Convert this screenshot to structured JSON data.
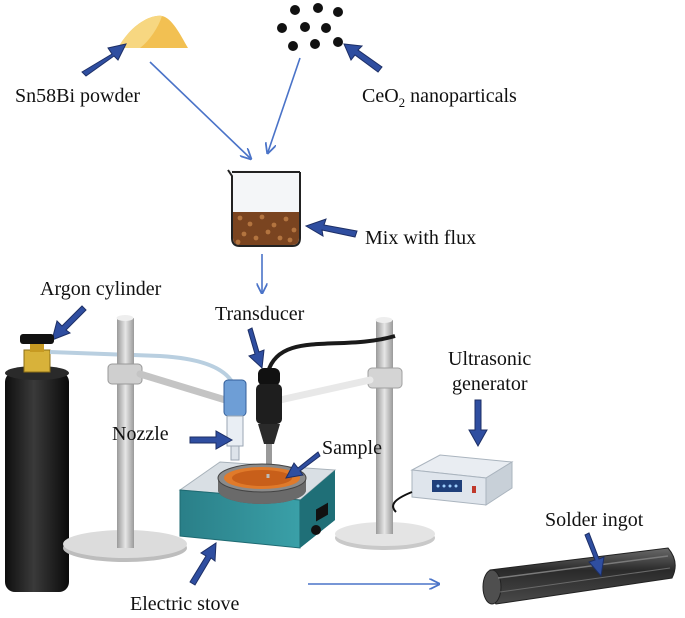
{
  "labels": {
    "powder": "Sn58Bi powder",
    "ceo2_main": "CeO",
    "ceo2_sub": "2",
    "ceo2_rest": " nanoparticals",
    "mix": "Mix with flux",
    "argon": "Argon cylinder",
    "transducer": "Transducer",
    "ultrasonic_line1": "Ultrasonic",
    "ultrasonic_line2": "generator",
    "nozzle": "Nozzle",
    "sample": "Sample",
    "solder": "Solder ingot",
    "stove": "Electric stove"
  },
  "colors": {
    "callout_arrow": "#2f4ea0",
    "flow_arrow": "#4a73c8",
    "powder": "#f2c052",
    "particles": "#111111",
    "mixture": "#7a4420",
    "cylinder": "#1a1a1a",
    "stove": "#2e8c94",
    "stand": "#d8d8d8",
    "ingot": "#3a3a3a"
  },
  "icons": {
    "powder": "powder-heap-icon",
    "particles": "nanoparticles-icon",
    "beaker": "beaker-icon",
    "cylinder": "argon-cylinder-icon",
    "transducer": "ultrasonic-transducer-icon",
    "generator": "ultrasonic-generator-icon",
    "stove": "electric-stove-icon",
    "ingot": "solder-ingot-icon"
  }
}
